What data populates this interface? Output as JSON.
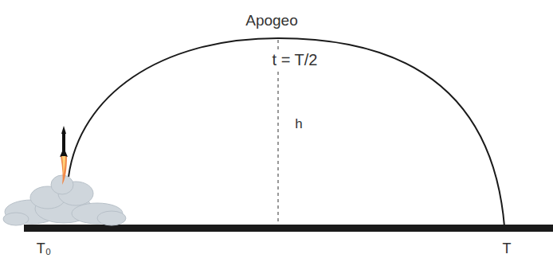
{
  "diagram": {
    "labels": [
      "Apogeo",
      "t = T/2",
      "h",
      "T₀",
      "T"
    ]
  }
}
